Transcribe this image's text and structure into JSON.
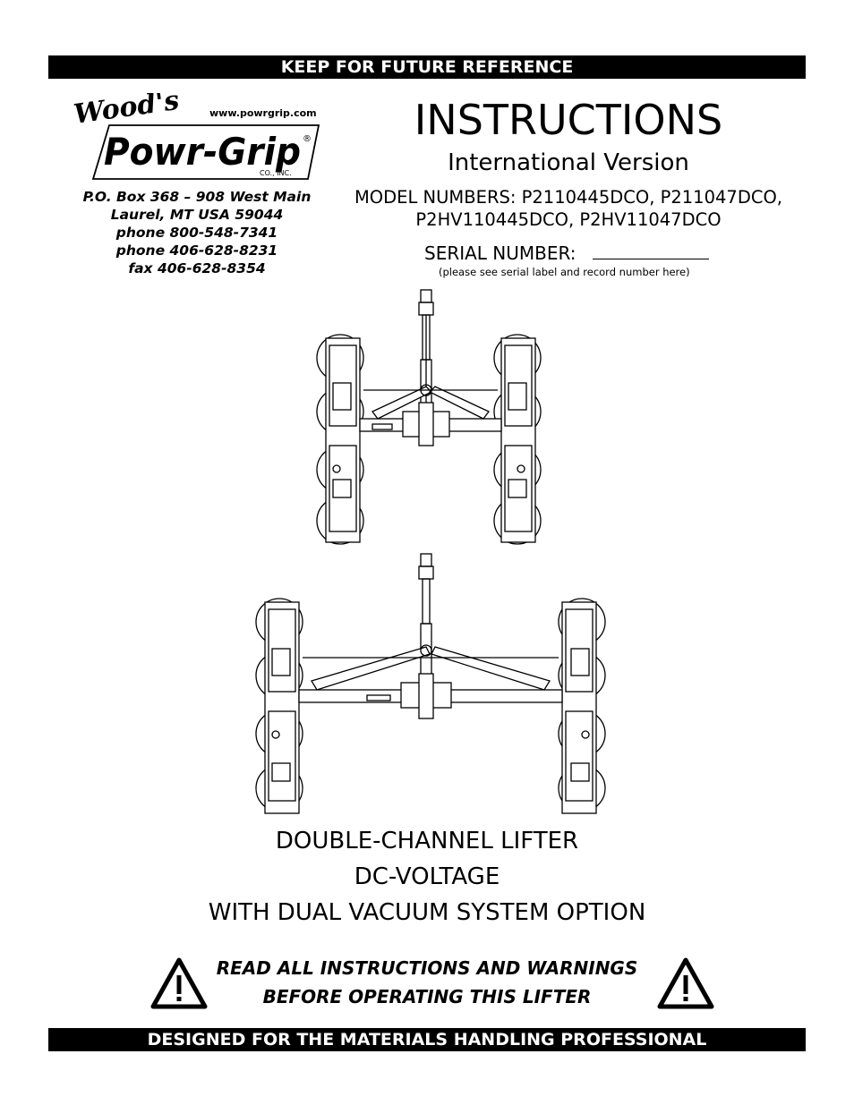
{
  "top_banner": "KEEP FOR FUTURE REFERENCE",
  "logo": {
    "brand_top": "Wood's",
    "brand_main": "Powr-Grip",
    "company": "CO., INC.",
    "url": "www.powrgrip.com",
    "registered": "®"
  },
  "address": {
    "line1": "P.O. Box 368 – 908 West Main",
    "line2": "Laurel, MT   USA   59044",
    "line3": "phone   800-548-7341",
    "line4": "phone   406-628-8231",
    "line5": "fax   406-628-8354"
  },
  "title": "INSTRUCTIONS",
  "subtitle": "International Version",
  "models": {
    "line1": "MODEL NUMBERS:   P2110445DCO, P211047DCO,",
    "line2": "P2HV110445DCO, P2HV11047DCO"
  },
  "serial": {
    "label": "SERIAL NUMBER:",
    "note": "(please see serial label and record number here)"
  },
  "descriptions": {
    "line1": "DOUBLE-CHANNEL LIFTER",
    "line2": "DC-VOLTAGE",
    "line3": "WITH DUAL VACUUM SYSTEM OPTION"
  },
  "warning": {
    "line1": "READ ALL INSTRUCTIONS AND WARNINGS",
    "line2": "BEFORE OPERATING THIS LIFTER",
    "icon": "warning-triangle-icon"
  },
  "bottom_banner": "DESIGNED FOR THE MATERIALS HANDLING PROFESSIONAL"
}
